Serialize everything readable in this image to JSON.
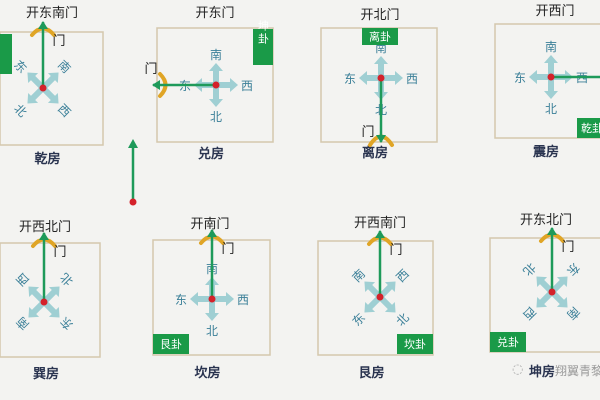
{
  "directions": {
    "south": "南",
    "north": "北",
    "east": "东",
    "west": "西"
  },
  "door_label": "门",
  "colors": {
    "box_border": "#d4c8ad",
    "arrow": "#1e9a5a",
    "compass": "#9fcfd3",
    "center_dot": "#d4212a",
    "door_arc": "#e0a526",
    "gua_tag": "#1a9a48",
    "label": "#2a3450"
  },
  "panels": [
    {
      "title": "开东南门",
      "label": "乾房",
      "door": "southeast",
      "gua": ""
    },
    {
      "title": "开东门",
      "label": "兑房",
      "door": "east",
      "gua": "坤卦"
    },
    {
      "title": "开北门",
      "label": "离房",
      "door": "north",
      "gua": "离卦"
    },
    {
      "title": "开西门",
      "label": "震房",
      "door": "west",
      "gua": "乾卦"
    },
    {
      "title": "开西北门",
      "label": "巽房",
      "door": "northwest",
      "gua": ""
    },
    {
      "title": "开南门",
      "label": "坎房",
      "door": "south",
      "gua": "艮卦"
    },
    {
      "title": "开西南门",
      "label": "艮房",
      "door": "southwest",
      "gua": "坎卦"
    },
    {
      "title": "开东北门",
      "label": "坤房",
      "door": "northeast",
      "gua": "兑卦"
    }
  ],
  "watermark": "翔翼青黎"
}
